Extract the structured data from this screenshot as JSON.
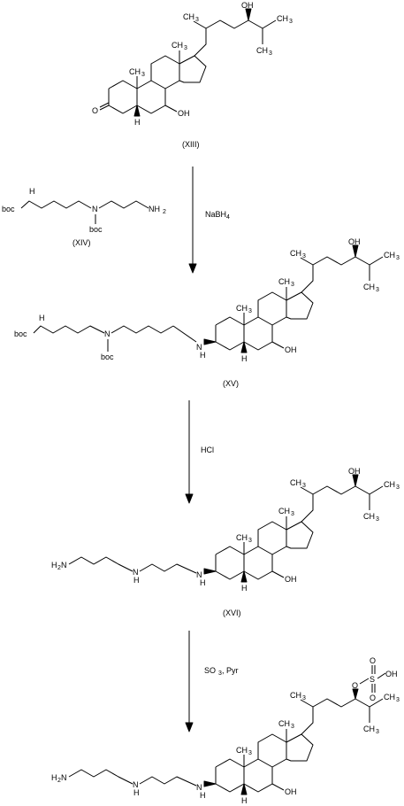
{
  "compounds": {
    "xiii": {
      "label": "(XIII)"
    },
    "xiv": {
      "label": "(XIV)",
      "boc_a": "boc",
      "boc_b": "boc",
      "n": "N",
      "nh_h": "H",
      "nh_n": "N",
      "nh2": "NH",
      "nh2_sub": "2"
    },
    "xv": {
      "label": "(XV)",
      "boc_a": "boc",
      "boc_b": "boc",
      "n": "N",
      "nh_h": "H",
      "nh_n": "N",
      "amine_n": "N",
      "amine_h": "H"
    },
    "xvi": {
      "label": "(XVI)",
      "h2n": "H",
      "h2n_sub": "2",
      "h2n_n": "N",
      "nh1_n": "N",
      "nh1_h": "H",
      "nh2_n": "N",
      "nh2_h": "H"
    },
    "xvii": {
      "h2n": "H",
      "h2n_sub": "2",
      "h2n_n": "N",
      "nh1_n": "N",
      "nh1_h": "H",
      "nh2_n": "N",
      "nh2_h": "H",
      "o": "O",
      "s": "S",
      "so_o1": "O",
      "so_o2": "O",
      "oh": "OH"
    }
  },
  "steroid_labels": {
    "me": "CH",
    "me_sub": "3",
    "h": "H",
    "oh": "OH",
    "o": "O",
    "ho_side": "OH"
  },
  "reagents": {
    "step1": {
      "text": "NaBH",
      "sub": "4"
    },
    "step2": {
      "text": "HCl"
    },
    "step3": {
      "text_a": "SO",
      "sub": "3",
      "text_b": ", Pyr"
    }
  }
}
